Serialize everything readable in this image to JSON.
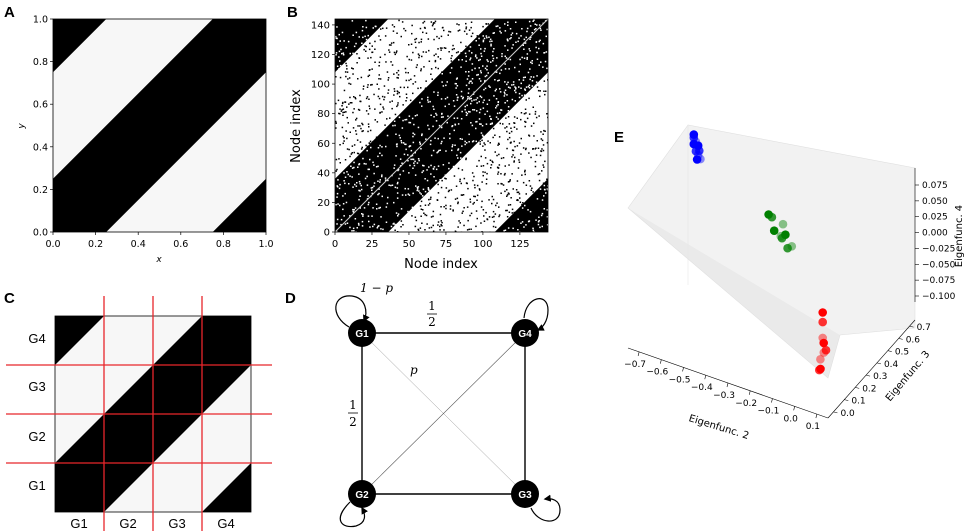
{
  "panels": {
    "A": {
      "label": "A",
      "xlabel": "x",
      "ylabel": "y",
      "xticks": [
        "0.0",
        "0.2",
        "0.4",
        "0.6",
        "0.8",
        "1.0"
      ],
      "yticks": [
        "0.0",
        "0.2",
        "0.4",
        "0.6",
        "0.8",
        "1.0"
      ]
    },
    "B": {
      "label": "B",
      "xlabel": "Node index",
      "ylabel": "Node index",
      "xticks": [
        "0",
        "25",
        "50",
        "75",
        "100",
        "125"
      ],
      "yticks": [
        "0",
        "20",
        "40",
        "60",
        "80",
        "100",
        "120",
        "140"
      ]
    },
    "C": {
      "label": "C",
      "row_labels": [
        "G4",
        "G3",
        "G2",
        "G1"
      ],
      "col_labels": [
        "G1",
        "G2",
        "G3",
        "G4"
      ],
      "grid_color": "#e8262b"
    },
    "D": {
      "label": "D",
      "nodes": [
        "G1",
        "G4",
        "G2",
        "G3"
      ],
      "edge_labels": {
        "self_loop": "1 − p",
        "top": "1",
        "top_den": "2",
        "left": "1",
        "left_den": "2",
        "diagonal": "p"
      }
    },
    "E": {
      "label": "E",
      "xlabel": "Eigenfunc. 2",
      "ylabel": "Eigenfunc. 3",
      "zlabel": "Eigenfunc. 4",
      "xticks": [
        "−0.7",
        "−0.6",
        "−0.5",
        "−0.4",
        "−0.3",
        "−0.2",
        "−0.1",
        "0.0",
        "0.1"
      ],
      "yticks": [
        "0.0",
        "0.1",
        "0.2",
        "0.3",
        "0.4",
        "0.5",
        "0.6",
        "0.7"
      ],
      "zticks": [
        "0.075",
        "0.050",
        "0.025",
        "0.000",
        "−0.025",
        "−0.050",
        "−0.075",
        "−0.100"
      ]
    }
  },
  "chart_data": [
    {
      "type": "heatmap",
      "panel": "A",
      "xlim": [
        0,
        1
      ],
      "ylim": [
        0,
        1
      ],
      "description_bands": "black where |x − y| < 0.25 or |x − y| > 0.75",
      "colors": {
        "on": "#000000",
        "off": "#f7f7f7"
      }
    },
    {
      "type": "heatmap",
      "panel": "B",
      "xlim": [
        0,
        144
      ],
      "ylim": [
        0,
        144
      ],
      "n_nodes": 144
    },
    {
      "type": "scatter",
      "panel": "E",
      "series": [
        {
          "color": "#0000ff",
          "points": [
            [
              -0.71,
              0.62,
              0.03
            ],
            [
              -0.7,
              0.6,
              0.03
            ],
            [
              -0.69,
              0.6,
              0.025
            ],
            [
              -0.68,
              0.6,
              0.02
            ],
            [
              -0.68,
              0.61,
              0.01
            ],
            [
              -0.69,
              0.62,
              0.0
            ],
            [
              -0.7,
              0.63,
              -0.01
            ],
            [
              -0.71,
              0.64,
              0.0
            ],
            [
              -0.68,
              0.62,
              -0.005
            ],
            [
              -0.7,
              0.6,
              0.02
            ]
          ]
        },
        {
          "color": "#008000",
          "points": [
            [
              -0.25,
              0.35,
              0.0
            ],
            [
              -0.24,
              0.36,
              -0.005
            ],
            [
              -0.2,
              0.38,
              -0.015
            ],
            [
              -0.22,
              0.34,
              -0.02
            ],
            [
              -0.18,
              0.33,
              -0.025
            ],
            [
              -0.2,
              0.36,
              -0.03
            ],
            [
              -0.15,
              0.3,
              -0.01
            ],
            [
              -0.14,
              0.3,
              -0.03
            ],
            [
              -0.17,
              0.4,
              -0.05
            ]
          ]
        },
        {
          "color": "#ff0000",
          "points": [
            [
              0.05,
              0.05,
              0.0
            ],
            [
              0.05,
              0.05,
              -0.015
            ],
            [
              0.05,
              0.05,
              -0.04
            ],
            [
              0.05,
              0.06,
              -0.05
            ],
            [
              0.06,
              0.06,
              -0.06
            ],
            [
              0.04,
              0.05,
              -0.075
            ],
            [
              0.05,
              0.03,
              -0.085
            ],
            [
              0.04,
              0.04,
              -0.09
            ],
            [
              0.06,
              0.04,
              -0.06
            ]
          ]
        }
      ]
    }
  ]
}
